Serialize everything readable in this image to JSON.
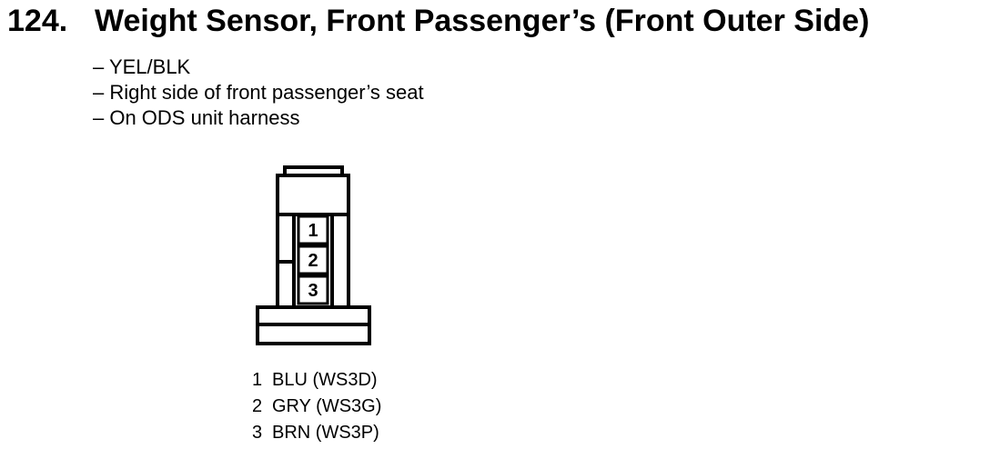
{
  "title": {
    "number": "124.",
    "text": "Weight Sensor, Front Passenger’s (Front Outer Side)"
  },
  "description": [
    "– YEL/BLK",
    "– Right side of front passenger’s seat",
    "– On ODS unit harness"
  ],
  "connector": {
    "cavities": [
      {
        "number": "1"
      },
      {
        "number": "2"
      },
      {
        "number": "3"
      }
    ]
  },
  "pins": [
    {
      "number": "1",
      "wire": "BLU (WS3D)"
    },
    {
      "number": "2",
      "wire": "GRY (WS3G)"
    },
    {
      "number": "3",
      "wire": "BRN (WS3P)"
    }
  ]
}
